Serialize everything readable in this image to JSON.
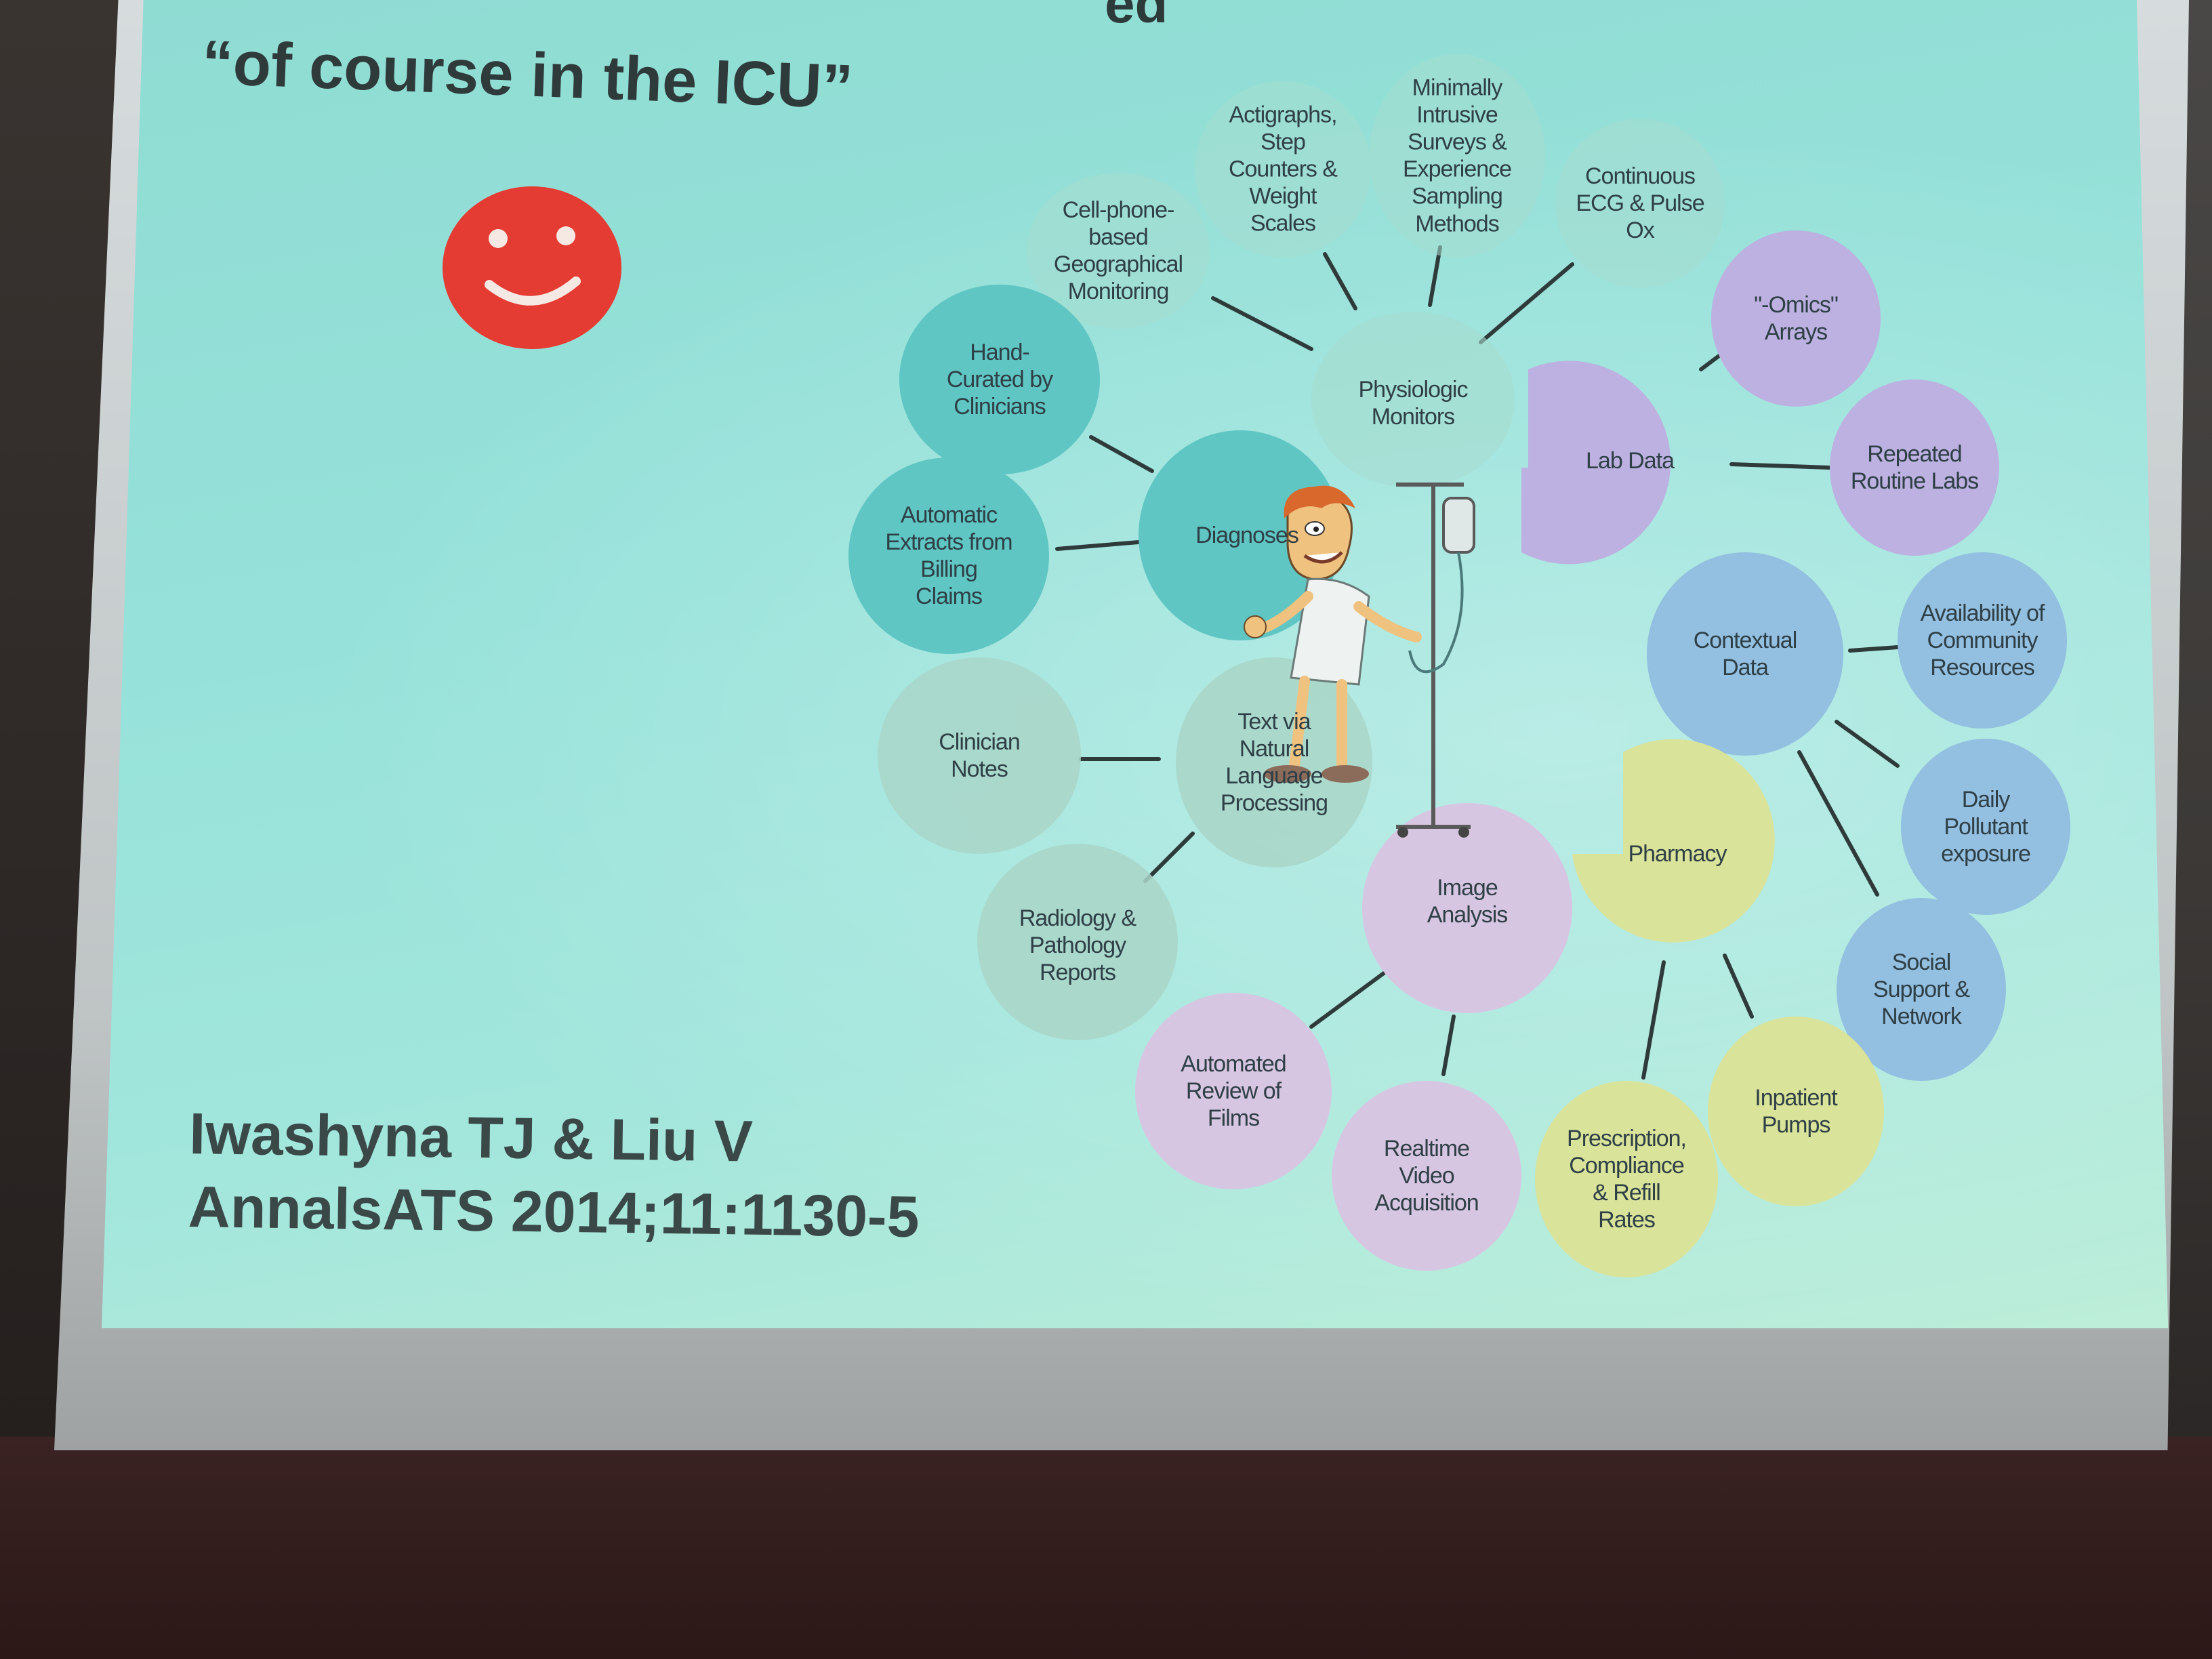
{
  "title_fragment": "ed",
  "title": "“of course in the ICU”",
  "citation": {
    "line1": "Iwashyna TJ & Liu V",
    "line2": "AnnalsATS 2014;11:1130-5"
  },
  "colors": {
    "slide_background": "#96e2da",
    "smiley": "#e43c33",
    "teal_node": "#5fc6c4",
    "gray_node": "#a9d6c8",
    "purple_node": "#bcb1e0",
    "blue_node": "#93bfe0",
    "yellow_node": "#d9e39a",
    "pink_node": "#d7c6e2"
  },
  "nodes": {
    "actigraphs": [
      "Actigraphs,",
      "Step",
      "Counters &",
      "Weight",
      "Scales"
    ],
    "surveys": [
      "Minimally",
      "Intrusive",
      "Surveys &",
      "Experience",
      "Sampling",
      "Methods"
    ],
    "ecg": [
      "Continuous",
      "ECG & Pulse",
      "Ox"
    ],
    "cellphone": [
      "Cell-phone-",
      "based",
      "Geographical",
      "Monitoring"
    ],
    "physiologic": [
      "Physiologic",
      "Monitors"
    ],
    "omics": [
      "\"-Omics\"",
      "Arrays"
    ],
    "hand_curated": [
      "Hand-",
      "Curated by",
      "Clinicians"
    ],
    "lab_data": [
      "Lab Data"
    ],
    "repeated_labs": [
      "Repeated",
      "Routine Labs"
    ],
    "automatic_extracts": [
      "Automatic",
      "Extracts from",
      "Billing",
      "Claims"
    ],
    "diagnoses": [
      "Diagnoses"
    ],
    "community": [
      "Availability of",
      "Community",
      "Resources"
    ],
    "contextual": [
      "Contextual",
      "Data"
    ],
    "clinician_notes": [
      "Clinician",
      "Notes"
    ],
    "nlp": [
      "Text via",
      "Natural",
      "Language",
      "Processing"
    ],
    "pollutant": [
      "Daily",
      "Pollutant",
      "exposure"
    ],
    "pharmacy": [
      "Pharmacy"
    ],
    "radiology": [
      "Radiology &",
      "Pathology",
      "Reports"
    ],
    "image_analysis": [
      "Image",
      "Analysis"
    ],
    "social_support": [
      "Social",
      "Support &",
      "Network"
    ],
    "automated_films": [
      "Automated",
      "Review of",
      "Films"
    ],
    "inpatient_pumps": [
      "Inpatient",
      "Pumps"
    ],
    "realtime_video": [
      "Realtime",
      "Video",
      "Acquisition"
    ],
    "prescription": [
      "Prescription,",
      "Compliance",
      "& Refill",
      "Rates"
    ]
  }
}
